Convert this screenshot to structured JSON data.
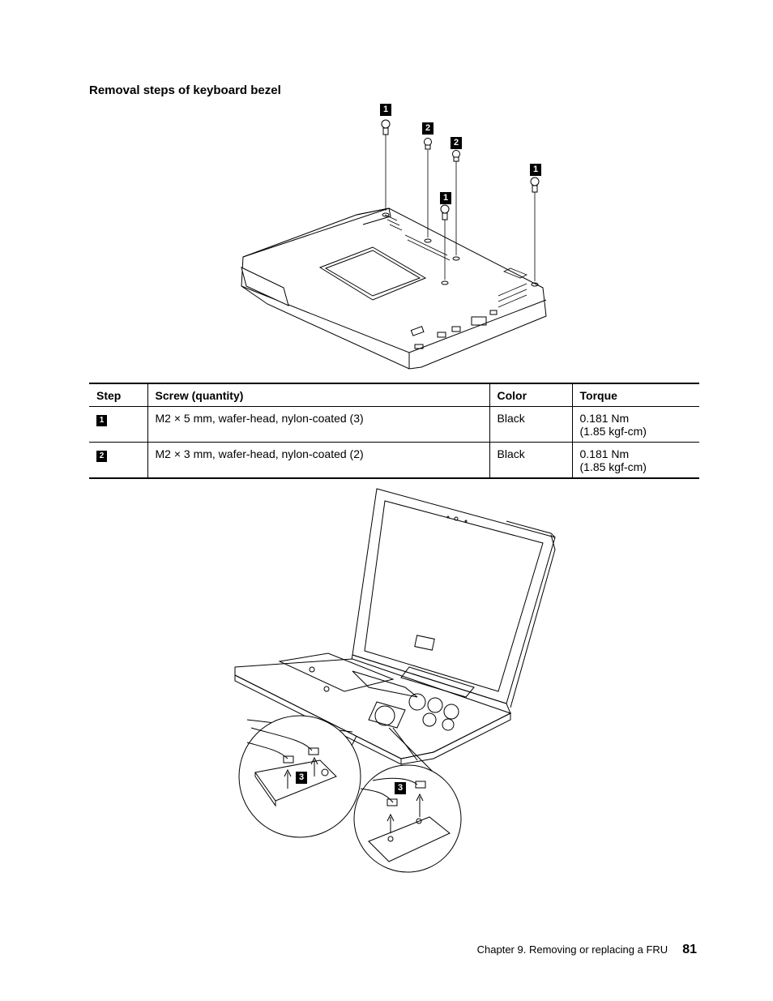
{
  "heading": "Removal steps of keyboard bezel",
  "callouts": {
    "step1": "1",
    "step2": "2",
    "step3": "3"
  },
  "table": {
    "headers": [
      "Step",
      "Screw (quantity)",
      "Color",
      "Torque"
    ],
    "rows": [
      {
        "step": "1",
        "screw": "M2 × 5 mm, wafer-head, nylon-coated (3)",
        "color": "Black",
        "torque_nm": "0.181 Nm",
        "torque_kgf": "(1.85 kgf-cm)"
      },
      {
        "step": "2",
        "screw": "M2 × 3 mm, wafer-head, nylon-coated (2)",
        "color": "Black",
        "torque_nm": "0.181 Nm",
        "torque_kgf": "(1.85 kgf-cm)"
      }
    ]
  },
  "footer": {
    "chapter": "Chapter 9.  Removing or replacing a FRU",
    "page_number": "81"
  }
}
